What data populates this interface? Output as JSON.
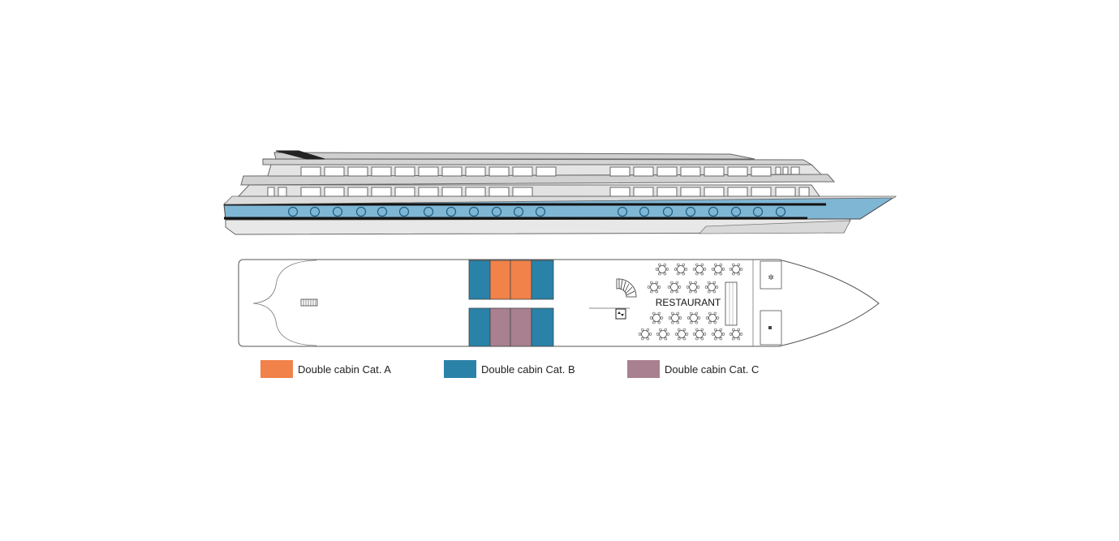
{
  "deck_plan": {
    "room_label": "RESTAURANT"
  },
  "legend": {
    "items": [
      {
        "label": "Double cabin Cat. A",
        "color": "#f0824a"
      },
      {
        "label": "Double cabin Cat. B",
        "color": "#2a82a8"
      },
      {
        "label": "Double cabin Cat. C",
        "color": "#a9808f"
      }
    ]
  },
  "colors": {
    "hull_blue": "#7fb6d4",
    "hull_dark": "#1a1a1a",
    "superstructure": "#e6e6e6",
    "outline": "#555555"
  }
}
